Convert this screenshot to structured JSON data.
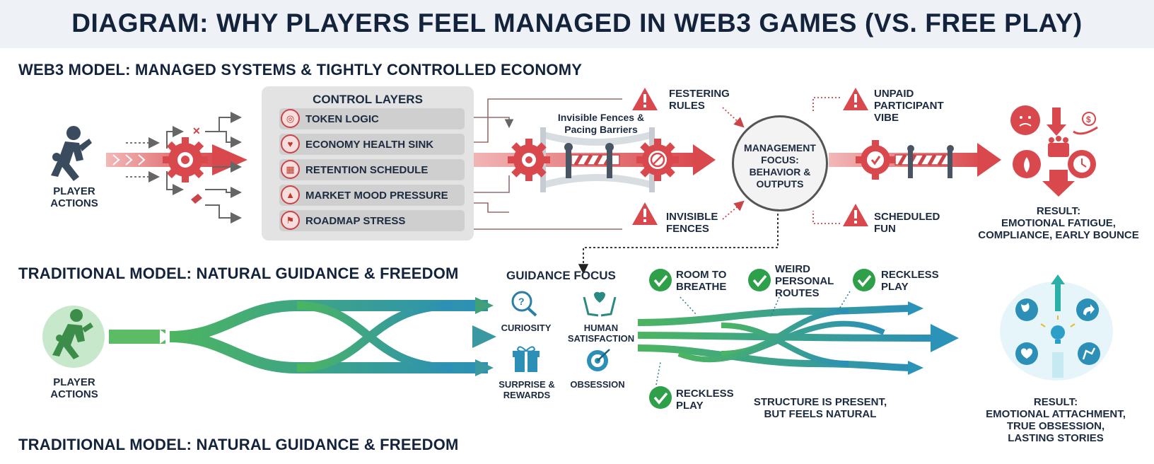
{
  "title": "DIAGRAM: WHY PLAYERS FEEL MANAGED IN WEB3 GAMES (VS. FREE PLAY)",
  "web3": {
    "section_title": "WEB3 MODEL: MANAGED SYSTEMS & TIGHTLY CONTROLLED ECONOMY",
    "player_label": [
      "PLAYER",
      "ACTIONS"
    ],
    "control_layers": {
      "heading": "CONTROL LAYERS",
      "items": [
        "TOKEN LOGIC",
        "ECONOMY HEALTH SINK",
        "RETENTION SCHEDULE",
        "MARKET MOOD PRESSURE",
        "ROADMAP STRESS"
      ],
      "icons": [
        "token-icon",
        "heart-pulse-icon",
        "calendar-icon",
        "rising-chart-icon",
        "flag-icon"
      ]
    },
    "fences_label": [
      "Invisible Fences &",
      "Pacing Barriers"
    ],
    "warnings": {
      "festering_rules": [
        "FESTERING",
        "RULES"
      ],
      "invisible_fences": [
        "INVISIBLE",
        "FENCES"
      ],
      "unpaid_participant": [
        "UNPAID",
        "PARTICIPANT",
        "VIBE"
      ],
      "scheduled_fun": [
        "SCHEDULED",
        "FUN"
      ]
    },
    "management_focus": [
      "MANAGEMENT",
      "FOCUS:",
      "BEHAVIOR &",
      "OUTPUTS"
    ],
    "result": [
      "RESULT:",
      "EMOTIONAL FATIGUE,",
      "COMPLIANCE, EARLY BOUNCE"
    ],
    "accent": "#d9484c"
  },
  "traditional": {
    "section_title": "TRADITIONAL MODEL: NATURAL GUIDANCE & FREEDOM",
    "footer_title": "TRADITIONAL MODEL: NATURAL GUIDANCE & FREEDOM",
    "player_label": [
      "PLAYER",
      "ACTIONS"
    ],
    "guidance_focus": {
      "heading": "GUIDANCE FOCUS",
      "curiosity": "CURIOSITY",
      "human_satisfaction": [
        "HUMAN",
        "SATISFACTION"
      ],
      "surprise": [
        "SURPRISE &",
        "REWARDS"
      ],
      "obsession": "OBSESSION"
    },
    "checks": {
      "room": [
        "ROOM TO",
        "BREATHE"
      ],
      "weird": [
        "WEIRD",
        "PERSONAL",
        "ROUTES"
      ],
      "reckless_top": [
        "RECKLESS",
        "PLAY"
      ],
      "reckless_bottom": [
        "RECKLESS",
        "PLAY"
      ]
    },
    "structure_note": [
      "STRUCTURE IS PRESENT,",
      "BUT FEELS NATURAL"
    ],
    "result": [
      "RESULT:",
      "EMOTIONAL ATTACHMENT,",
      "TRUE OBSESSION,",
      "LASTING STORIES"
    ],
    "accent_green": "#4cb560",
    "accent_teal": "#2b93b8"
  }
}
